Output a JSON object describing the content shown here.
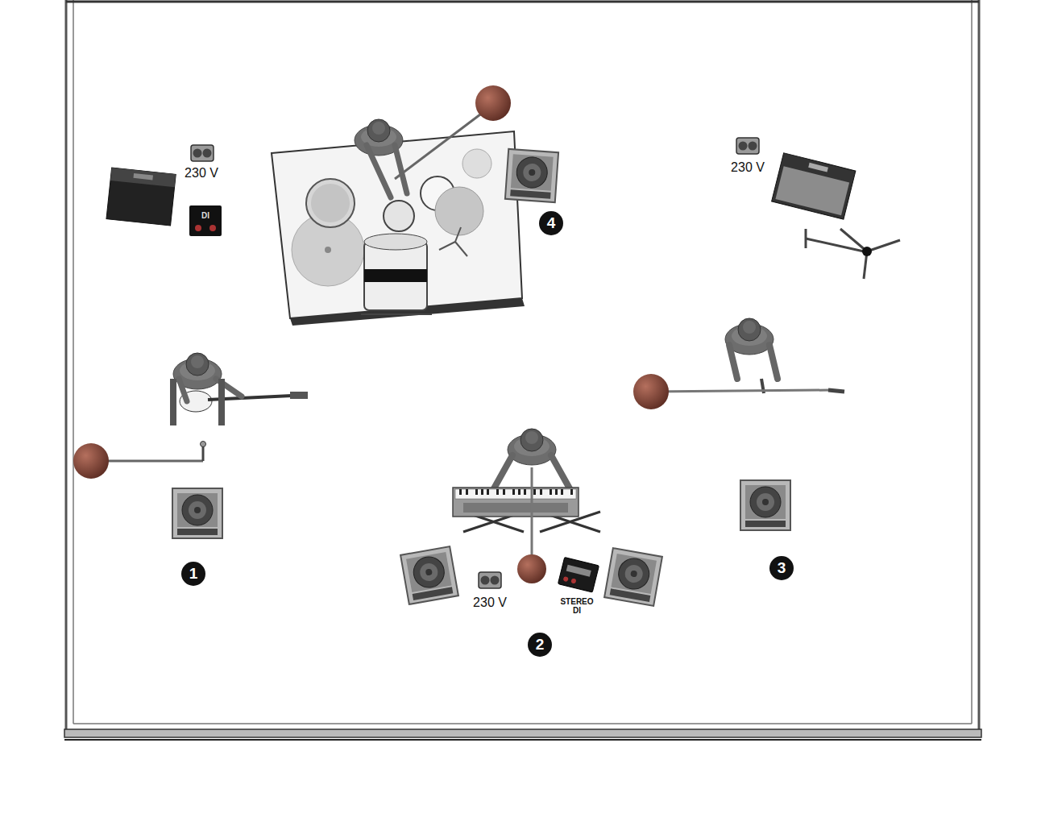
{
  "diagram": {
    "labels": [
      "230 V",
      "DI",
      "4",
      "230 V",
      "1",
      "230 V",
      "STEREO DI",
      "2",
      "3"
    ]
  }
}
